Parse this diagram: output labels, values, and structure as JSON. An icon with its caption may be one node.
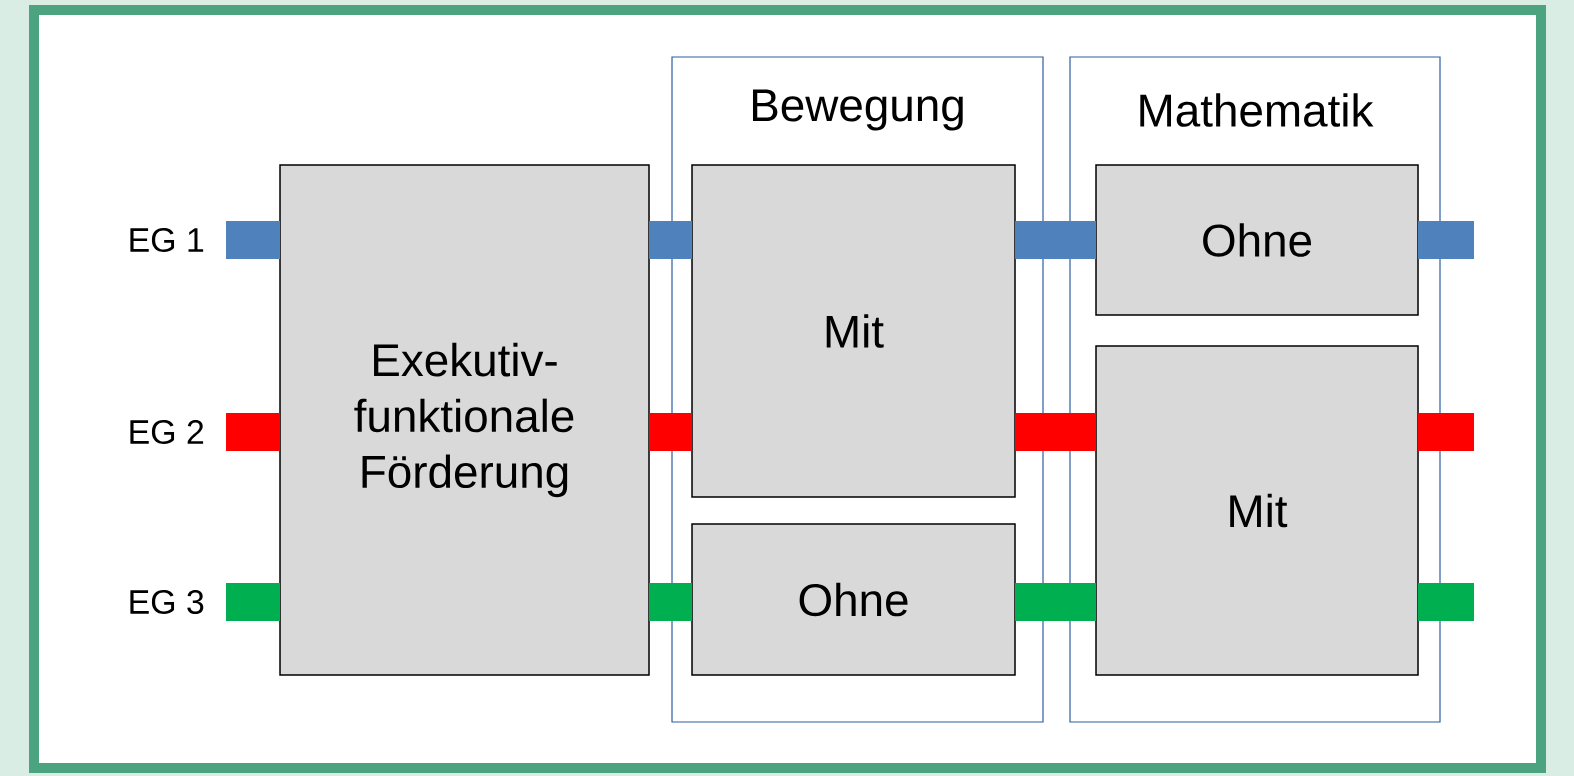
{
  "diagram": {
    "nodes": [
      {
        "text": [
          "EG 1"
        ]
      },
      {
        "text": [
          "EG 2"
        ]
      },
      {
        "text": [
          "EG 3"
        ]
      },
      {
        "text": [
          "Exekutiv- funktionale Förderung"
        ]
      },
      {
        "text": [
          "Bewegung"
        ]
      },
      {
        "text": [
          "Mit"
        ],
        "in": 4
      },
      {
        "text": [
          "Ohne"
        ],
        "in": 4
      },
      {
        "text": [
          "Mathematik"
        ]
      },
      {
        "text": [
          "Ohne"
        ],
        "in": 7
      },
      {
        "text": [
          "Mit"
        ],
        "in": 7
      }
    ],
    "edges": [
      {
        "from": 0,
        "to": 3,
        "arrow": "none",
        "color": "#4f81bd"
      },
      {
        "from": 3,
        "to": 5,
        "arrow": "none",
        "color": "#4f81bd"
      },
      {
        "from": 5,
        "to": 8,
        "arrow": "none",
        "color": "#4f81bd"
      },
      {
        "from": 8,
        "to": null,
        "arrow": "none",
        "color": "#4f81bd"
      },
      {
        "from": 1,
        "to": 3,
        "arrow": "none",
        "color": "#ff0000"
      },
      {
        "from": 3,
        "to": 5,
        "arrow": "none",
        "color": "#ff0000"
      },
      {
        "from": 5,
        "to": 9,
        "arrow": "none",
        "color": "#ff0000"
      },
      {
        "from": 9,
        "to": null,
        "arrow": "none",
        "color": "#ff0000"
      },
      {
        "from": 2,
        "to": 3,
        "arrow": "none",
        "color": "#00b050"
      },
      {
        "from": 3,
        "to": 6,
        "arrow": "none",
        "color": "#00b050"
      },
      {
        "from": 6,
        "to": 9,
        "arrow": "none",
        "color": "#00b050"
      },
      {
        "from": 9,
        "to": null,
        "arrow": "none",
        "color": "#00b050"
      }
    ]
  }
}
